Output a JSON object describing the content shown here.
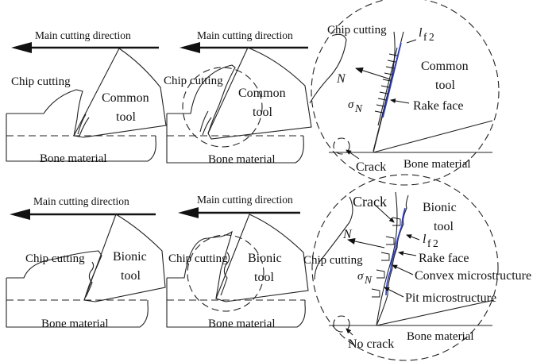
{
  "labels": {
    "main_cutting_direction": "Main cutting direction",
    "chip_cutting": "Chip cutting",
    "common": "Common",
    "tool": "tool",
    "bionic": "Bionic",
    "bone_material": "Bone material",
    "rake_face": "Rake face",
    "crack": "Crack",
    "no_crack": "No crack",
    "convex_microstructure": "Convex microstructure",
    "pit_microstructure": "Pit microstructure",
    "N": "N",
    "sigma": "σ",
    "sigma_sub": "N",
    "l": "l",
    "f_sub": "f",
    "two_sub": "2"
  }
}
